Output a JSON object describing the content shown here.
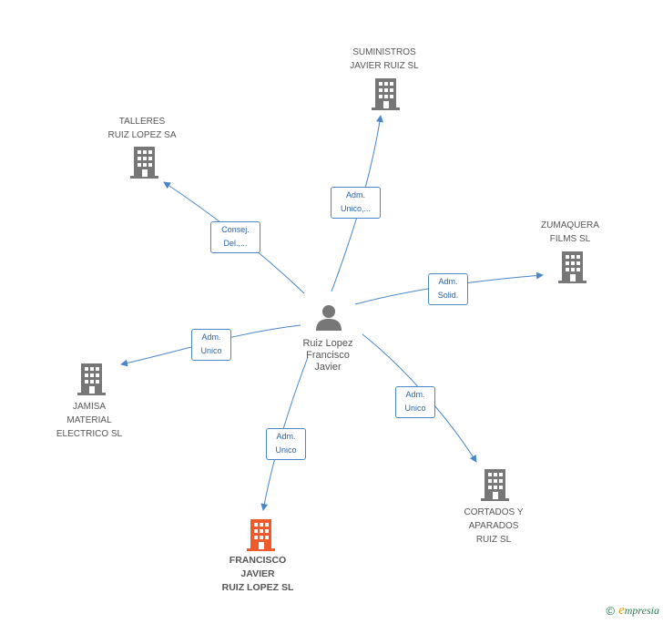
{
  "center": {
    "label": "Ruiz Lopez\nFrancisco\nJavier",
    "icon": "person-icon",
    "color": "#777777"
  },
  "companies": [
    {
      "id": "suministros",
      "label": "SUMINISTROS\nJAVIER RUIZ SL",
      "icon": "building-icon",
      "color": "#777777",
      "highlight": false
    },
    {
      "id": "talleres",
      "label": "TALLERES\nRUIZ LOPEZ SA",
      "icon": "building-icon",
      "color": "#777777",
      "highlight": false
    },
    {
      "id": "zumaquera",
      "label": "ZUMAQUERA\nFILMS SL",
      "icon": "building-icon",
      "color": "#777777",
      "highlight": false
    },
    {
      "id": "jamisa",
      "label": "JAMISA\nMATERIAL\nELECTRICO SL",
      "icon": "building-icon",
      "color": "#777777",
      "highlight": false
    },
    {
      "id": "cortados",
      "label": "CORTADOS Y\nAPARADOS\nRUIZ SL",
      "icon": "building-icon",
      "color": "#777777",
      "highlight": false
    },
    {
      "id": "francisco",
      "label": "FRANCISCO\nJAVIER\nRUIZ LOPEZ SL",
      "icon": "building-icon",
      "color": "#f05a2a",
      "highlight": true
    }
  ],
  "relations": [
    {
      "to": "suministros",
      "label": "Adm.\nUnico,..."
    },
    {
      "to": "talleres",
      "label": "Consej.\nDel.,..."
    },
    {
      "to": "zumaquera",
      "label": "Adm.\nSolid."
    },
    {
      "to": "jamisa",
      "label": "Adm.\nUnico"
    },
    {
      "to": "cortados",
      "label": "Adm.\nUnico"
    },
    {
      "to": "francisco",
      "label": "Adm.\nUnico"
    }
  ],
  "footer": {
    "copyright": "©",
    "brand_initial": "e",
    "brand_rest": "mpresia"
  },
  "colors": {
    "edge": "#4a86c8",
    "edge_label_text": "#2a63a8"
  }
}
